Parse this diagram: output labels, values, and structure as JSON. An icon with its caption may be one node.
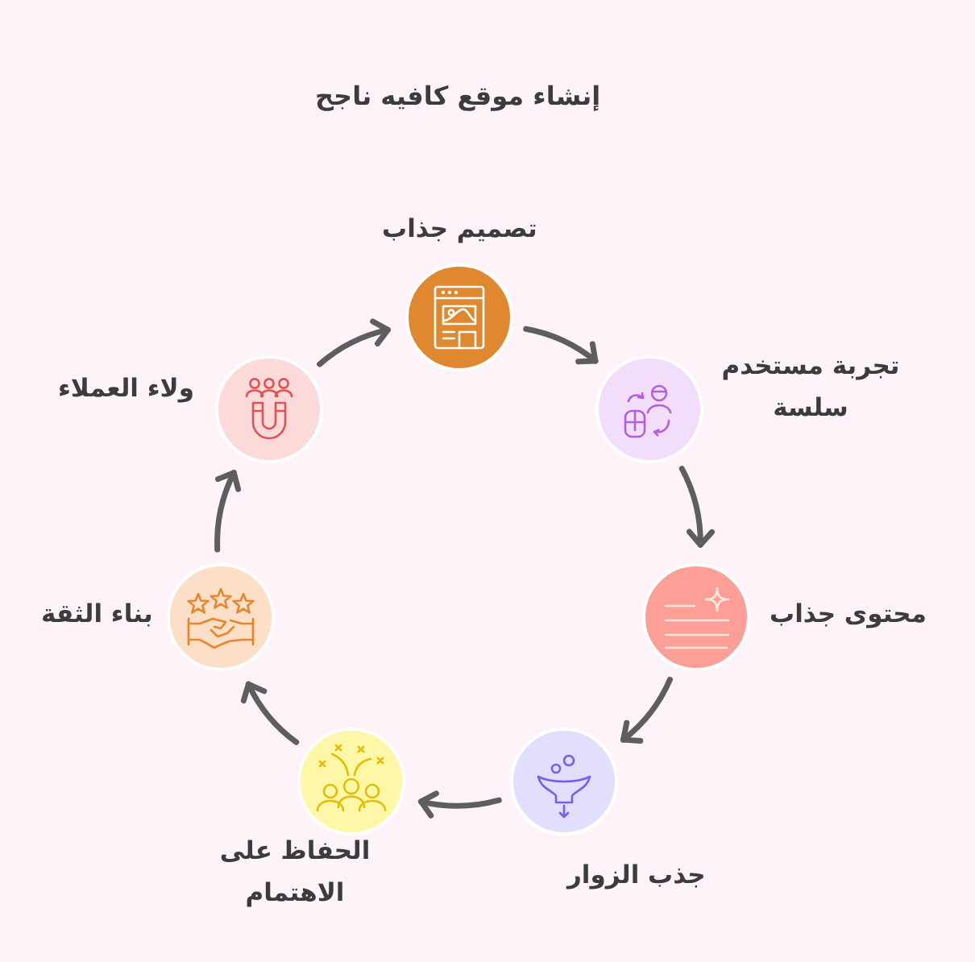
{
  "diagram": {
    "title": "إنشاء موقع كافيه ناجح",
    "nodes": [
      {
        "text": [
          "تصميم جذاب"
        ]
      },
      {
        "text": [
          "تجربة مستخدم سلسة"
        ]
      },
      {
        "text": [
          "محتوى جذاب"
        ]
      },
      {
        "text": [
          "جذب الزوار"
        ]
      },
      {
        "text": [
          "الحفاظ على الاهتمام"
        ]
      },
      {
        "text": [
          "بناء الثقة"
        ]
      },
      {
        "text": [
          "ولاء العملاء"
        ]
      }
    ],
    "edges": [
      {
        "from": 0,
        "to": 1,
        "arrow": "to"
      },
      {
        "from": 1,
        "to": 2,
        "arrow": "to"
      },
      {
        "from": 2,
        "to": 3,
        "arrow": "to"
      },
      {
        "from": 3,
        "to": 4,
        "arrow": "to"
      },
      {
        "from": 4,
        "to": 5,
        "arrow": "to"
      },
      {
        "from": 5,
        "to": 6,
        "arrow": "to"
      },
      {
        "from": 6,
        "to": 0,
        "arrow": "to"
      }
    ]
  }
}
